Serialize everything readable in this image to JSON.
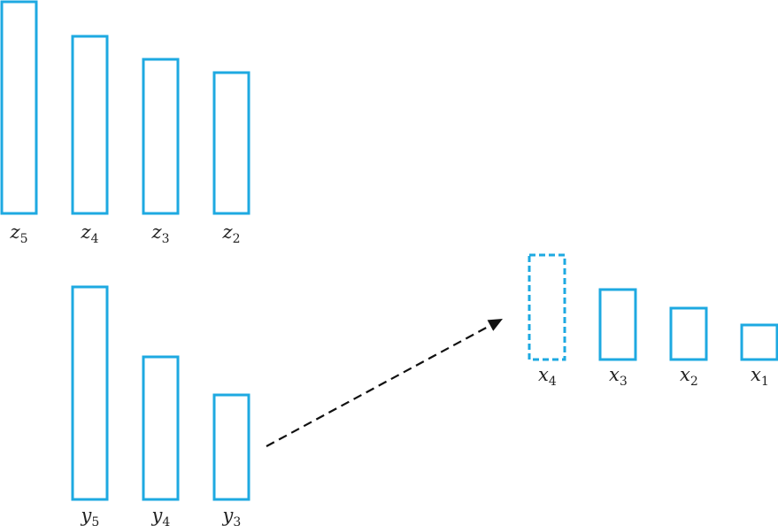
{
  "colors": {
    "bar_stroke": "#1ea9e1",
    "text": "#222222",
    "arrow": "#111111"
  },
  "groups": [
    {
      "id": "z",
      "bars": [
        {
          "base": "z",
          "sub": "5",
          "height": 1.0,
          "style": "solid"
        },
        {
          "base": "z",
          "sub": "4",
          "height": 0.836,
          "style": "solid"
        },
        {
          "base": "z",
          "sub": "3",
          "height": 0.73,
          "style": "solid"
        },
        {
          "base": "z",
          "sub": "2",
          "height": 0.664,
          "style": "solid"
        }
      ]
    },
    {
      "id": "y",
      "bars": [
        {
          "base": "y",
          "sub": "5",
          "height": 1.0,
          "style": "solid"
        },
        {
          "base": "y",
          "sub": "4",
          "height": 0.671,
          "style": "solid"
        },
        {
          "base": "y",
          "sub": "3",
          "height": 0.49,
          "style": "solid"
        }
      ]
    },
    {
      "id": "x",
      "bars": [
        {
          "base": "x",
          "sub": "4",
          "height": 1.0,
          "style": "dashed"
        },
        {
          "base": "x",
          "sub": "3",
          "height": 0.67,
          "style": "solid"
        },
        {
          "base": "x",
          "sub": "2",
          "height": 0.49,
          "style": "solid"
        },
        {
          "base": "x",
          "sub": "1",
          "height": 0.33,
          "style": "solid"
        }
      ]
    }
  ],
  "arrow": {
    "from_group": "y",
    "to_group": "x",
    "style": "dashed"
  }
}
